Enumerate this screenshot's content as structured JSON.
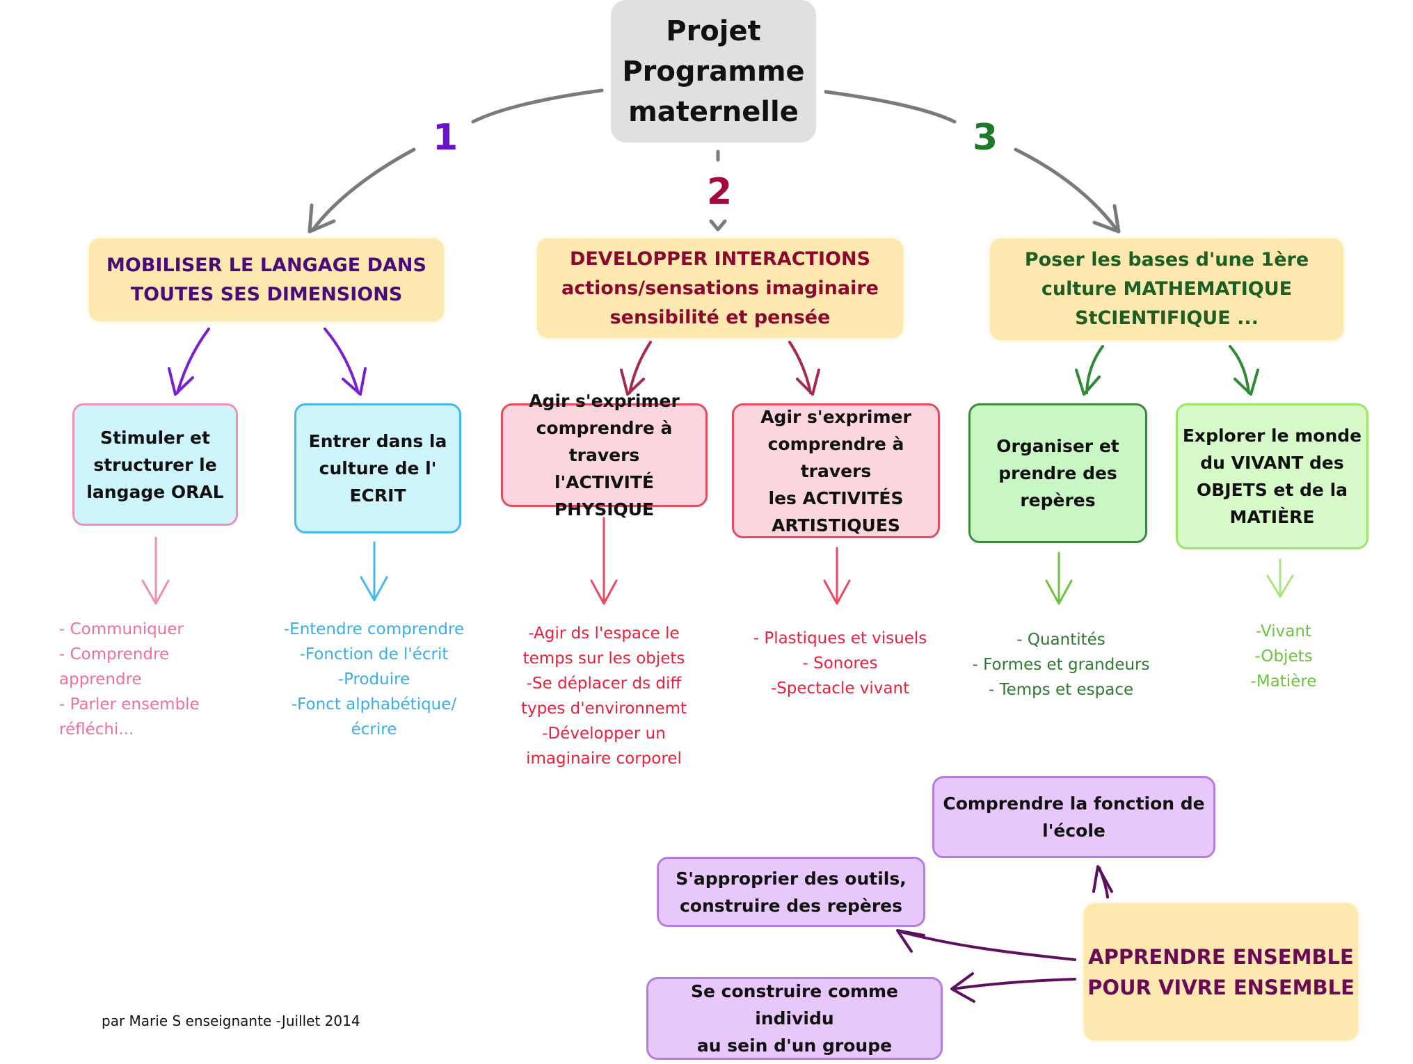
{
  "title": "Projet\nProgramme\nmaternelle",
  "branches": [
    {
      "number": "1",
      "number_color": "#6a12c8",
      "title": "MOBILISER LE LANGAGE DANS\nTOUTES SES DIMENSIONS",
      "title_color": "#4a0a7a",
      "children": [
        {
          "label": "Stimuler et\nstructurer le\nlangage ORAL",
          "fill": "#cef5fc",
          "border": "#ef8fb5",
          "items": "- Communiquer\n- Comprendre\napprendre\n- Parler ensemble\nréfléchi...",
          "items_color": "#ef6fa0"
        },
        {
          "label": "Entrer dans la\nculture de l'\nECRIT",
          "fill": "#cef5fc",
          "border": "#45b9ec",
          "items": "-Entendre comprendre\n-Fonction de l'écrit\n-Produire\n-Fonct alphabétique/\nécrire",
          "items_color": "#3aaee6"
        }
      ]
    },
    {
      "number": "2",
      "number_color": "#a3093a",
      "title": "DEVELOPPER  INTERACTIONS\nactions/sensations imaginaire\nsensibilité et pensée",
      "title_color": "#8a0a2e",
      "children": [
        {
          "label": "Agir s'exprimer\ncomprendre à travers\nl'ACTIVITÉ PHYSIQUE",
          "fill": "#fcd6de",
          "border": "#e94a5f",
          "items": "-Agir ds l'espace le\ntemps sur les objets\n-Se déplacer ds diff\ntypes d'environnemt\n-Développer un\nimaginaire corporel",
          "items_color": "#e8213c"
        },
        {
          "label": "Agir s'exprimer\ncomprendre à travers\nles ACTIVITÉS\nARTISTIQUES",
          "fill": "#fcd6de",
          "border": "#e94a5f",
          "items": "- Plastiques et visuels\n- Sonores\n-Spectacle vivant",
          "items_color": "#e8213c"
        }
      ]
    },
    {
      "number": "3",
      "number_color": "#1e7a2a",
      "title": "Poser les bases d'une 1ère\nculture MATHEMATIQUE\nStCIENTIFIQUE ...",
      "title_color": "#1c5e24",
      "children": [
        {
          "label": "Organiser et\nprendre des\nrepères",
          "fill": "#c9f7c4",
          "border": "#3b8a3f",
          "items": "- Quantités\n- Formes et grandeurs\n- Temps et espace",
          "items_color": "#2f7a30"
        },
        {
          "label": "Explorer le monde\ndu VIVANT des\nOBJETS et de la\nMATIÈRE",
          "fill": "#d6fbc8",
          "border": "#9ee66a",
          "items": "-Vivant\n-Objets\n-Matière",
          "items_color": "#6ec240"
        }
      ]
    }
  ],
  "ensemble": {
    "title": "APPRENDRE ENSEMBLE\nPOUR VIVRE ENSEMBLE",
    "title_color": "#6a0a55",
    "children": [
      "Comprendre la fonction de\nl'école",
      "S'approprier des outils,\nconstruire des repères",
      "Se construire comme individu\nau sein d'un groupe"
    ]
  },
  "footer": "par Marie S enseignante -Juillet 2014",
  "colors": {
    "connector_gray": "#7a7a7a",
    "branch1_arrow": "#7a1fd0",
    "branch3_arrow_dark": "#2e8a35",
    "branch3_arrow_light": "#8ad35a",
    "ensemble_arrow": "#5e1060"
  }
}
